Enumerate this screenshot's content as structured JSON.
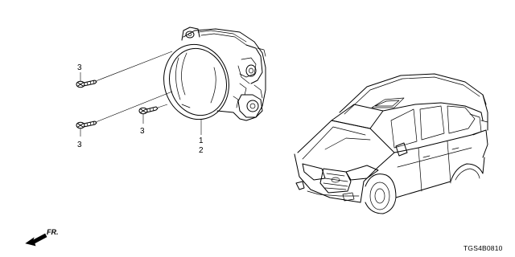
{
  "callouts": {
    "screw_top": "3",
    "screw_bottom": "3",
    "screw_center": "3",
    "fog_light": "1",
    "fog_light_alt": "2"
  },
  "direction_label": "FR.",
  "diagram_code": "TGS4B0810"
}
